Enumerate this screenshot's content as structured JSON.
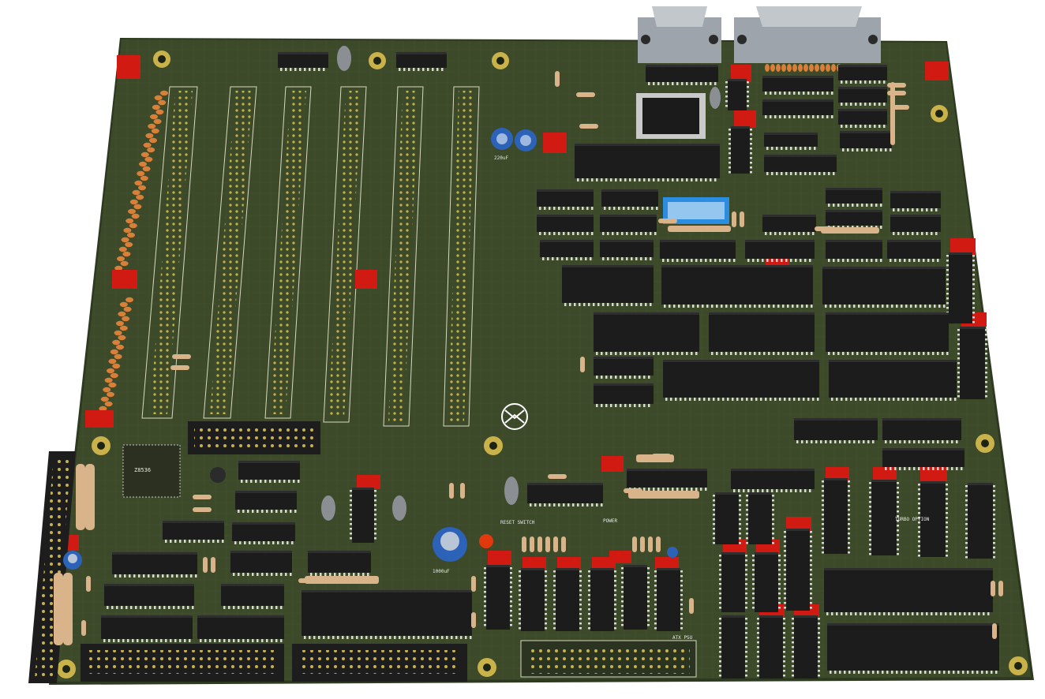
{
  "scene": {
    "description_visible_text": {
      "bottom_connector_label": "ATX PSU",
      "bottom_left_chip_label": "Z8536",
      "reset_label": "RESET SWITCH",
      "power_label": "POWER",
      "turbo_label": "TURBO OPTION",
      "cap_label_1": "1000uF",
      "cap_label_2": "220uF"
    },
    "colors": {
      "background": "#ffffff",
      "board_green": "#3c4a2a",
      "board_edge": "#2e3a20",
      "chip_black": "#1c1c1c",
      "header_red": "#d11a12",
      "pad_gold": "#c9b24a",
      "resistor_tan": "#d9b48a",
      "capacitor_blue": "#2c62b8",
      "dip_switch_blue": "#2a8de0",
      "connector_gray": "#9ea4ab"
    }
  }
}
